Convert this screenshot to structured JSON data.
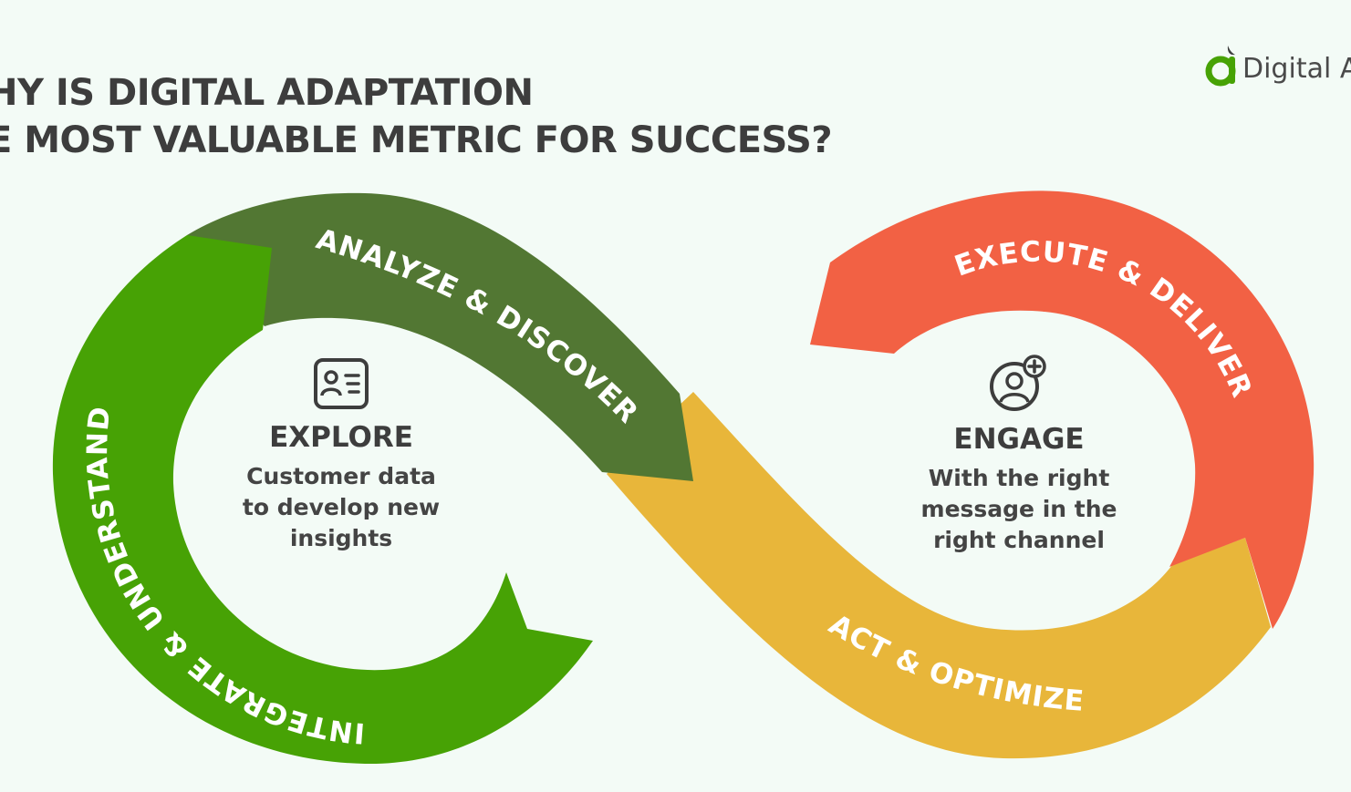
{
  "title": {
    "line1": "HY IS DIGITAL ADAPTATION",
    "line2": "E MOST VALUABLE METRIC FOR SUCCESS?"
  },
  "brand": {
    "name": "Digital A",
    "logo_icon": "leaf-a-logo-icon"
  },
  "colors": {
    "integrate_understand": "#47a205",
    "analyze_discover": "#527733",
    "act_optimize": "#e8b63a",
    "execute_deliver": "#f26144",
    "text_dark": "#3d3d3d",
    "background": "#f3fbf6"
  },
  "loop": {
    "segments": [
      {
        "label": "INTEGRATE & UNDERSTAND",
        "color": "#47a205"
      },
      {
        "label": "ANALYZE & DISCOVER",
        "color": "#527733"
      },
      {
        "label": "ACT & OPTIMIZE",
        "color": "#e8b63a"
      },
      {
        "label": "EXECUTE & DELIVER",
        "color": "#f26144"
      }
    ]
  },
  "explore": {
    "icon": "contact-card-icon",
    "heading": "EXPLORE",
    "lines": [
      "Customer data",
      "to develop new",
      "insights"
    ]
  },
  "engage": {
    "icon": "user-add-icon",
    "heading": "ENGAGE",
    "lines": [
      "With the right",
      "message in the",
      "right channel"
    ]
  }
}
